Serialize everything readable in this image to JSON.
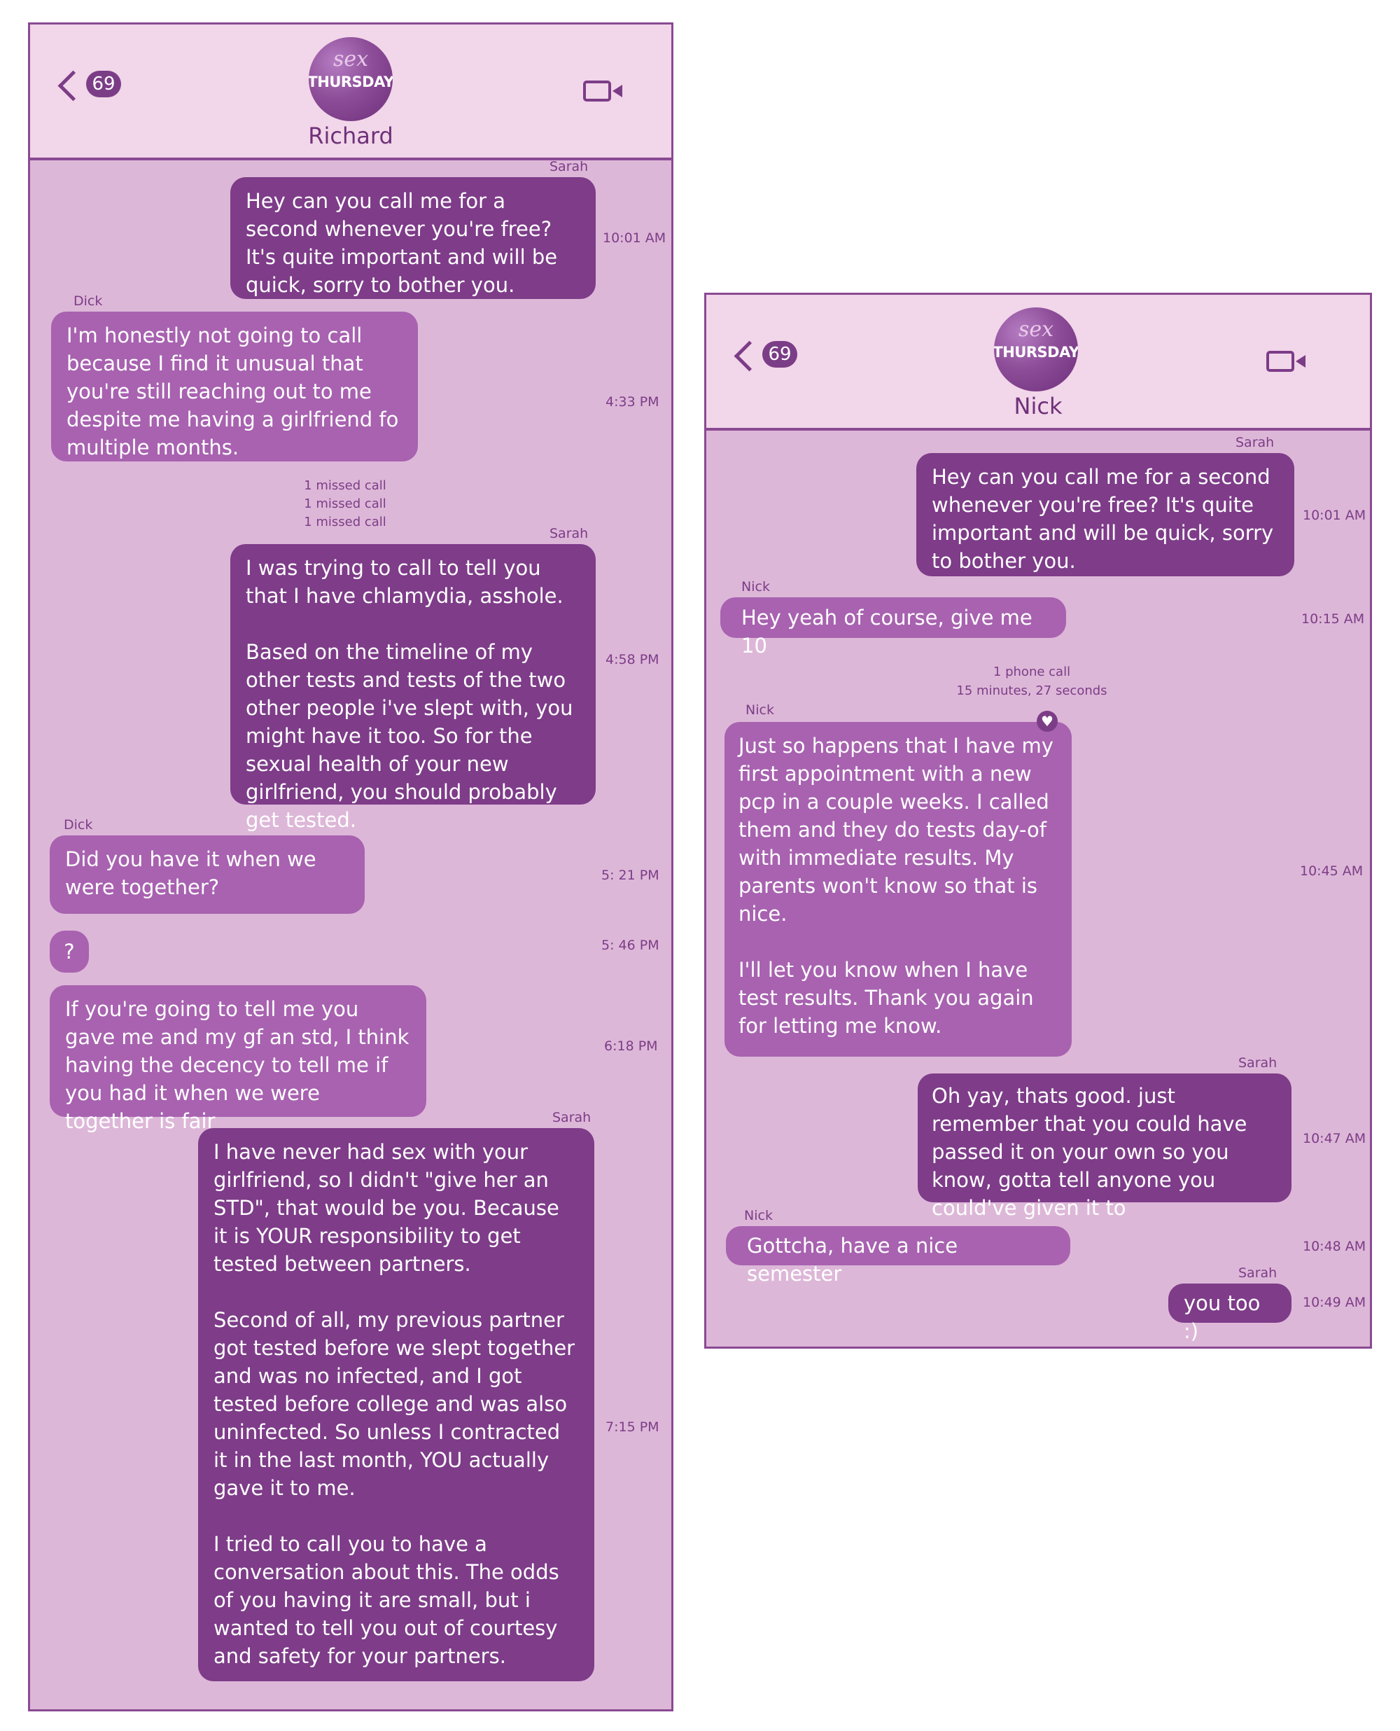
{
  "left": {
    "header": {
      "badge": "69",
      "logo_top": "sex",
      "logo_bottom": "THURSDAY",
      "contact_name": "Richard"
    },
    "messages": [
      {
        "sender": "Sarah",
        "text": "Hey can you call me for a second whenever you're free? It's quite important and will be quick, sorry to bother you.",
        "time": "10:01 AM"
      },
      {
        "sender": "Dick",
        "text": "I'm honestly not going to call because I find it unusual that you're still reaching out to me despite me having a girlfriend fo multiple months.",
        "time": "4:33 PM"
      },
      {
        "sender": "Sarah",
        "text": "I was trying to call to tell you that I have chlamydia, asshole.\n\nBased on the timeline of my other tests and tests of the two other people i've slept with, you might have it too. So for the sexual health of your new girlfriend, you should probably get tested.",
        "time": "4:58 PM"
      },
      {
        "sender": "Dick",
        "text": "Did you have it when we were together?",
        "time": "5: 21 PM"
      },
      {
        "sender": "",
        "text": "?",
        "time": "5: 46 PM"
      },
      {
        "sender": "",
        "text": "If you're going to tell me you gave me and my gf an std, I think having the decency to tell me if you had it when we were together is fair",
        "time": "6:18 PM"
      },
      {
        "sender": "Sarah",
        "text": "I have never had sex with your girlfriend, so I didn't \"give her an STD\", that would be you. Because it is YOUR responsibility to get tested between partners.\n\nSecond of all, my previous partner got tested before we slept together and was no infected, and I got tested before college and was also uninfected. So unless I contracted it in the last month, YOU actually gave it to me.\n\nI tried to call you to have a conversation about this. The odds of you having it are small, but i wanted to tell you out of courtesy and safety for your partners.",
        "time": "7:15 PM"
      }
    ],
    "missed_calls": [
      "1 missed call",
      "1 missed call",
      "1 missed call"
    ]
  },
  "right": {
    "header": {
      "badge": "69",
      "logo_top": "sex",
      "logo_bottom": "THURSDAY",
      "contact_name": "Nick"
    },
    "messages": [
      {
        "sender": "Sarah",
        "text": "Hey can you call me for a second whenever you're free? It's quite important and will be quick, sorry to bother you.",
        "time": "10:01 AM"
      },
      {
        "sender": "Nick",
        "text": "Hey yeah of course, give me 10",
        "time": "10:15 AM"
      },
      {
        "sender": "Nick",
        "text": "Just so happens that I have my first appointment with a new pcp in a couple weeks. I called them and they do tests day-of with immediate results. My parents won't know so that is nice.\n\nI'll let you know when I have test results. Thank you again for letting me know.",
        "time": "10:45 AM"
      },
      {
        "sender": "Sarah",
        "text": "Oh yay, thats good. just remember that you could have passed it on your own so you know, gotta tell anyone you could've given it to",
        "time": "10:47 AM"
      },
      {
        "sender": "Nick",
        "text": "Gottcha, have a nice semester",
        "time": "10:48 AM"
      },
      {
        "sender": "Sarah",
        "text": "you too :)",
        "time": "10:49 AM"
      }
    ],
    "call_info": [
      "1 phone call",
      "15 minutes, 27 seconds"
    ]
  },
  "colors": {
    "outgoing_bubble": "#7e3c89",
    "incoming_bubble": "#a862b0",
    "chat_background": "#ddb7d8",
    "header_background": "#f2d6e9"
  }
}
